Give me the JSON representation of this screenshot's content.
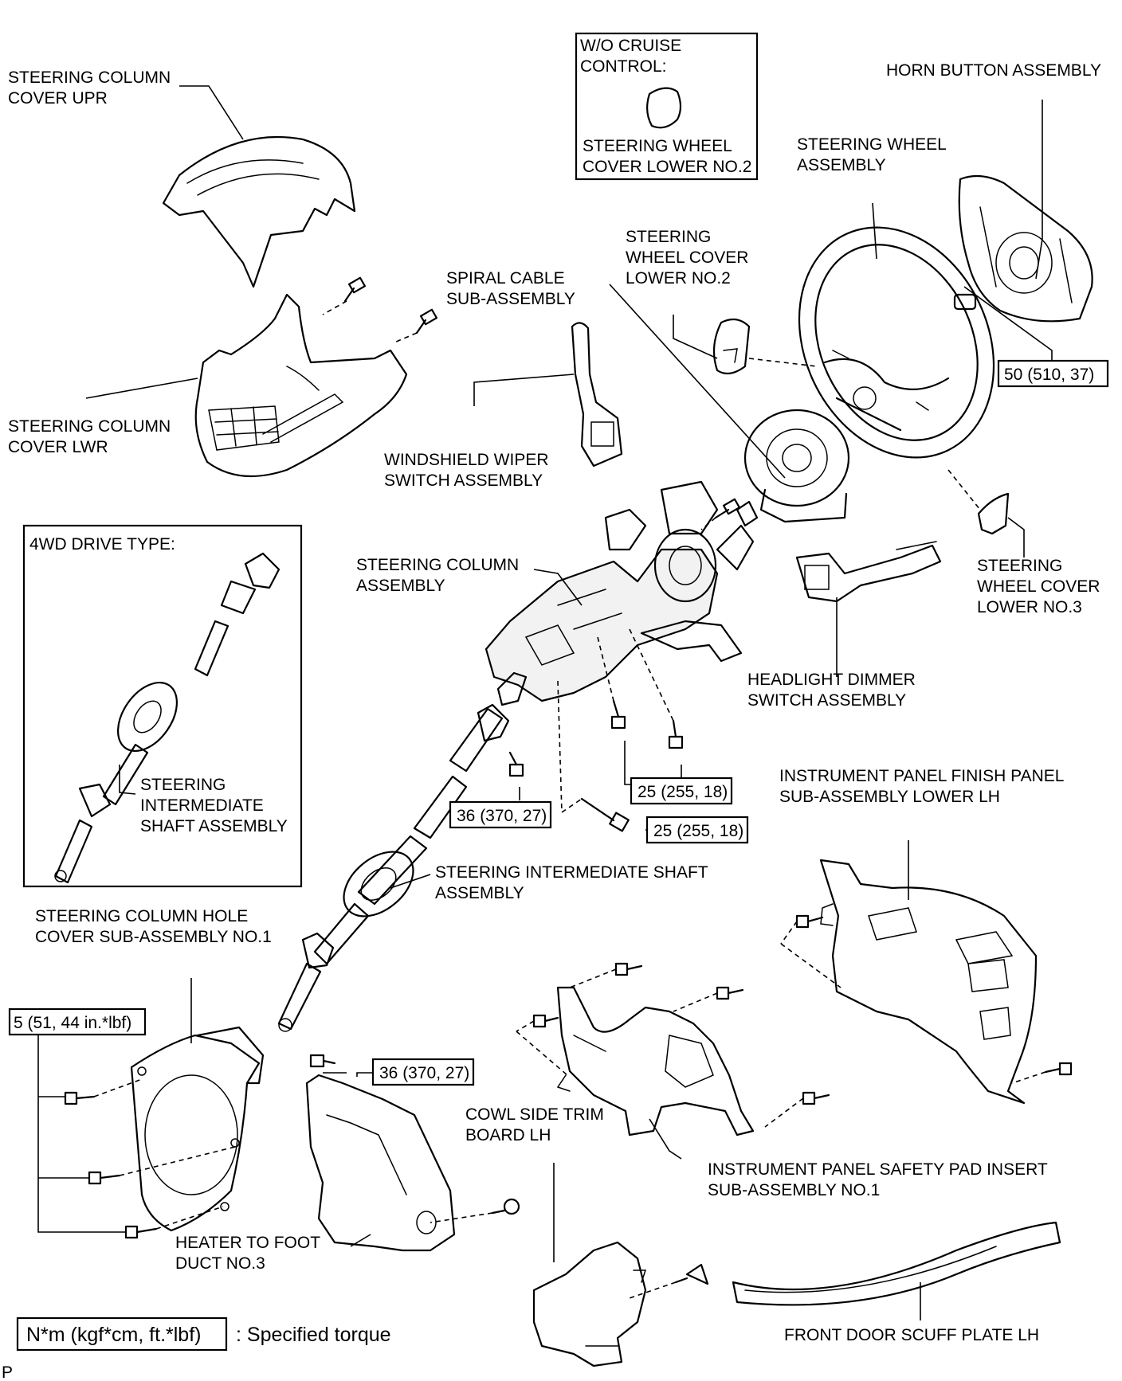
{
  "labels": {
    "column_cover_upr": [
      "STEERING COLUMN",
      "COVER UPR"
    ],
    "wo_cruise_title": [
      "W/O CRUISE",
      "CONTROL:"
    ],
    "wo_cruise_part": [
      "STEERING WHEEL",
      "COVER LOWER NO.2"
    ],
    "horn_button": [
      "HORN BUTTON ASSEMBLY"
    ],
    "steering_wheel": [
      "STEERING WHEEL",
      "ASSEMBLY"
    ],
    "wheel_cover_no2": [
      "STEERING",
      "WHEEL COVER",
      "LOWER NO.2"
    ],
    "spiral_cable": [
      "SPIRAL CABLE",
      "SUB-ASSEMBLY"
    ],
    "column_cover_lwr": [
      "STEERING COLUMN",
      "COVER LWR"
    ],
    "wiper_switch": [
      "WINDSHIELD WIPER",
      "SWITCH ASSEMBLY"
    ],
    "fwd_title": [
      "4WD DRIVE TYPE:"
    ],
    "fwd_shaft": [
      "STEERING",
      "INTERMEDIATE",
      "SHAFT ASSEMBLY"
    ],
    "column_assembly": [
      "STEERING COLUMN",
      "ASSEMBLY"
    ],
    "wheel_cover_no3": [
      "STEERING",
      "WHEEL COVER",
      "LOWER NO.3"
    ],
    "headlight_switch": [
      "HEADLIGHT DIMMER",
      "SWITCH ASSEMBLY"
    ],
    "finish_panel": [
      "INSTRUMENT PANEL FINISH PANEL",
      "SUB-ASSEMBLY LOWER LH"
    ],
    "intermediate_shaft": [
      "STEERING INTERMEDIATE SHAFT",
      "ASSEMBLY"
    ],
    "hole_cover": [
      "STEERING COLUMN HOLE",
      "COVER SUB-ASSEMBLY NO.1"
    ],
    "cowl_trim": [
      "COWL SIDE TRIM",
      "BOARD LH"
    ],
    "safety_pad": [
      "INSTRUMENT PANEL SAFETY PAD INSERT",
      "SUB-ASSEMBLY NO.1"
    ],
    "heater_duct": [
      "HEATER TO FOOT",
      "DUCT NO.3"
    ],
    "scuff_plate": [
      "FRONT DOOR SCUFF PLATE LH"
    ]
  },
  "torques": {
    "horn": "50 (510, 37)",
    "column_a": "25 (255, 18)",
    "column_b": "25 (255, 18)",
    "shaft_upper": "36 (370, 27)",
    "shaft_lower": "36 (370, 27)",
    "hole_cover": "5 (51, 44 in.*lbf)"
  },
  "legend": {
    "unit_box": "N*m (kgf*cm, ft.*lbf)",
    "description": ": Specified torque"
  },
  "corner_mark": "P"
}
